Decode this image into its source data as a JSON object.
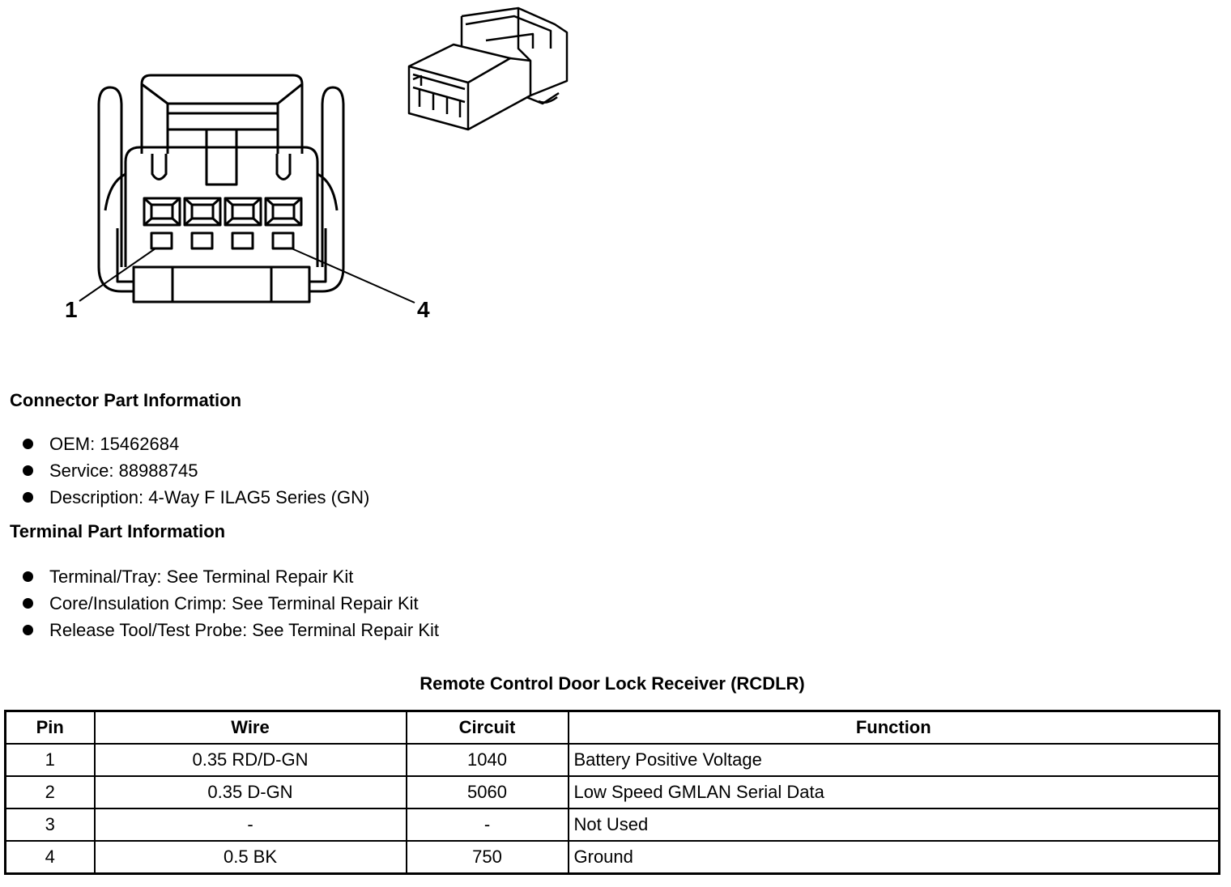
{
  "diagram": {
    "pin_label_left": "1",
    "pin_label_right": "4"
  },
  "connector_info": {
    "heading": "Connector Part Information",
    "items": [
      "OEM: 15462684",
      "Service: 88988745",
      "Description: 4-Way F ILAG5 Series (GN)"
    ]
  },
  "terminal_info": {
    "heading": "Terminal Part Information",
    "items": [
      "Terminal/Tray: See Terminal Repair Kit",
      "Core/Insulation Crimp: See Terminal Repair Kit",
      "Release Tool/Test Probe: See Terminal Repair Kit"
    ]
  },
  "table": {
    "title": "Remote Control Door Lock Receiver (RCDLR)",
    "headers": [
      "Pin",
      "Wire",
      "Circuit",
      "Function"
    ],
    "rows": [
      [
        "1",
        "0.35 RD/D-GN",
        "1040",
        "Battery Positive Voltage"
      ],
      [
        "2",
        "0.35 D-GN",
        "5060",
        "Low Speed GMLAN Serial Data"
      ],
      [
        "3",
        "-",
        "-",
        "Not Used"
      ],
      [
        "4",
        "0.5 BK",
        "750",
        "Ground"
      ]
    ]
  }
}
